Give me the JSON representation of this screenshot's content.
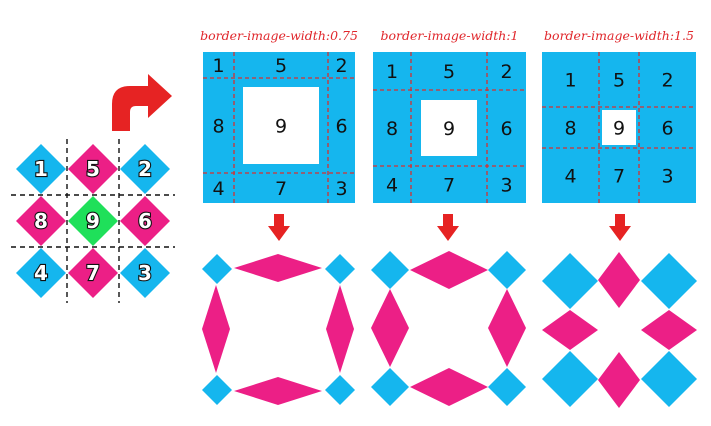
{
  "colors": {
    "blue": "#15b6ee",
    "pink": "#ec1f86",
    "green": "#1fe05a",
    "red": "#e62323",
    "dashed": "#d63030",
    "grid": "#111111"
  },
  "source_grid": {
    "tiles": [
      {
        "label": "1",
        "color": "blue"
      },
      {
        "label": "5",
        "color": "pink"
      },
      {
        "label": "2",
        "color": "blue"
      },
      {
        "label": "8",
        "color": "pink"
      },
      {
        "label": "9",
        "color": "green"
      },
      {
        "label": "6",
        "color": "pink"
      },
      {
        "label": "4",
        "color": "blue"
      },
      {
        "label": "7",
        "color": "pink"
      },
      {
        "label": "3",
        "color": "blue"
      }
    ]
  },
  "panels": [
    {
      "title": "border-image-width:0.75",
      "labels": [
        "1",
        "5",
        "2",
        "8",
        "9",
        "6",
        "4",
        "7",
        "3"
      ]
    },
    {
      "title": "border-image-width:1",
      "labels": [
        "1",
        "5",
        "2",
        "8",
        "9",
        "6",
        "4",
        "7",
        "3"
      ]
    },
    {
      "title": "border-image-width:1.5",
      "labels": [
        "1",
        "5",
        "2",
        "8",
        "9",
        "6",
        "4",
        "7",
        "3"
      ]
    }
  ],
  "icons": {
    "curved_arrow": "curved-right-arrow-icon",
    "down_arrow": "down-arrow-icon"
  }
}
